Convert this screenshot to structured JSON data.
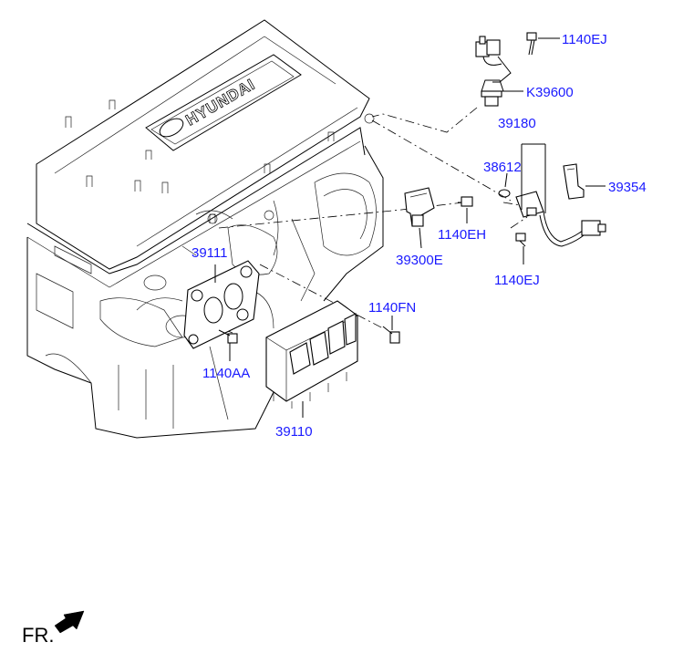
{
  "labels": {
    "l_1140EJ_top": "1140EJ",
    "l_K39600": "K39600",
    "l_39180": "39180",
    "l_38612": "38612",
    "l_39354": "39354",
    "l_1140EH": "1140EH",
    "l_39300E": "39300E",
    "l_1140EJ_bottom": "1140EJ",
    "l_39111": "39111",
    "l_1140FN": "1140FN",
    "l_1140AA": "1140AA",
    "l_39110": "39110"
  },
  "engine_logo_text": "HYUNDAI",
  "front_indicator": "FR.",
  "colors": {
    "label": "#1a1aff",
    "line": "#000000"
  }
}
